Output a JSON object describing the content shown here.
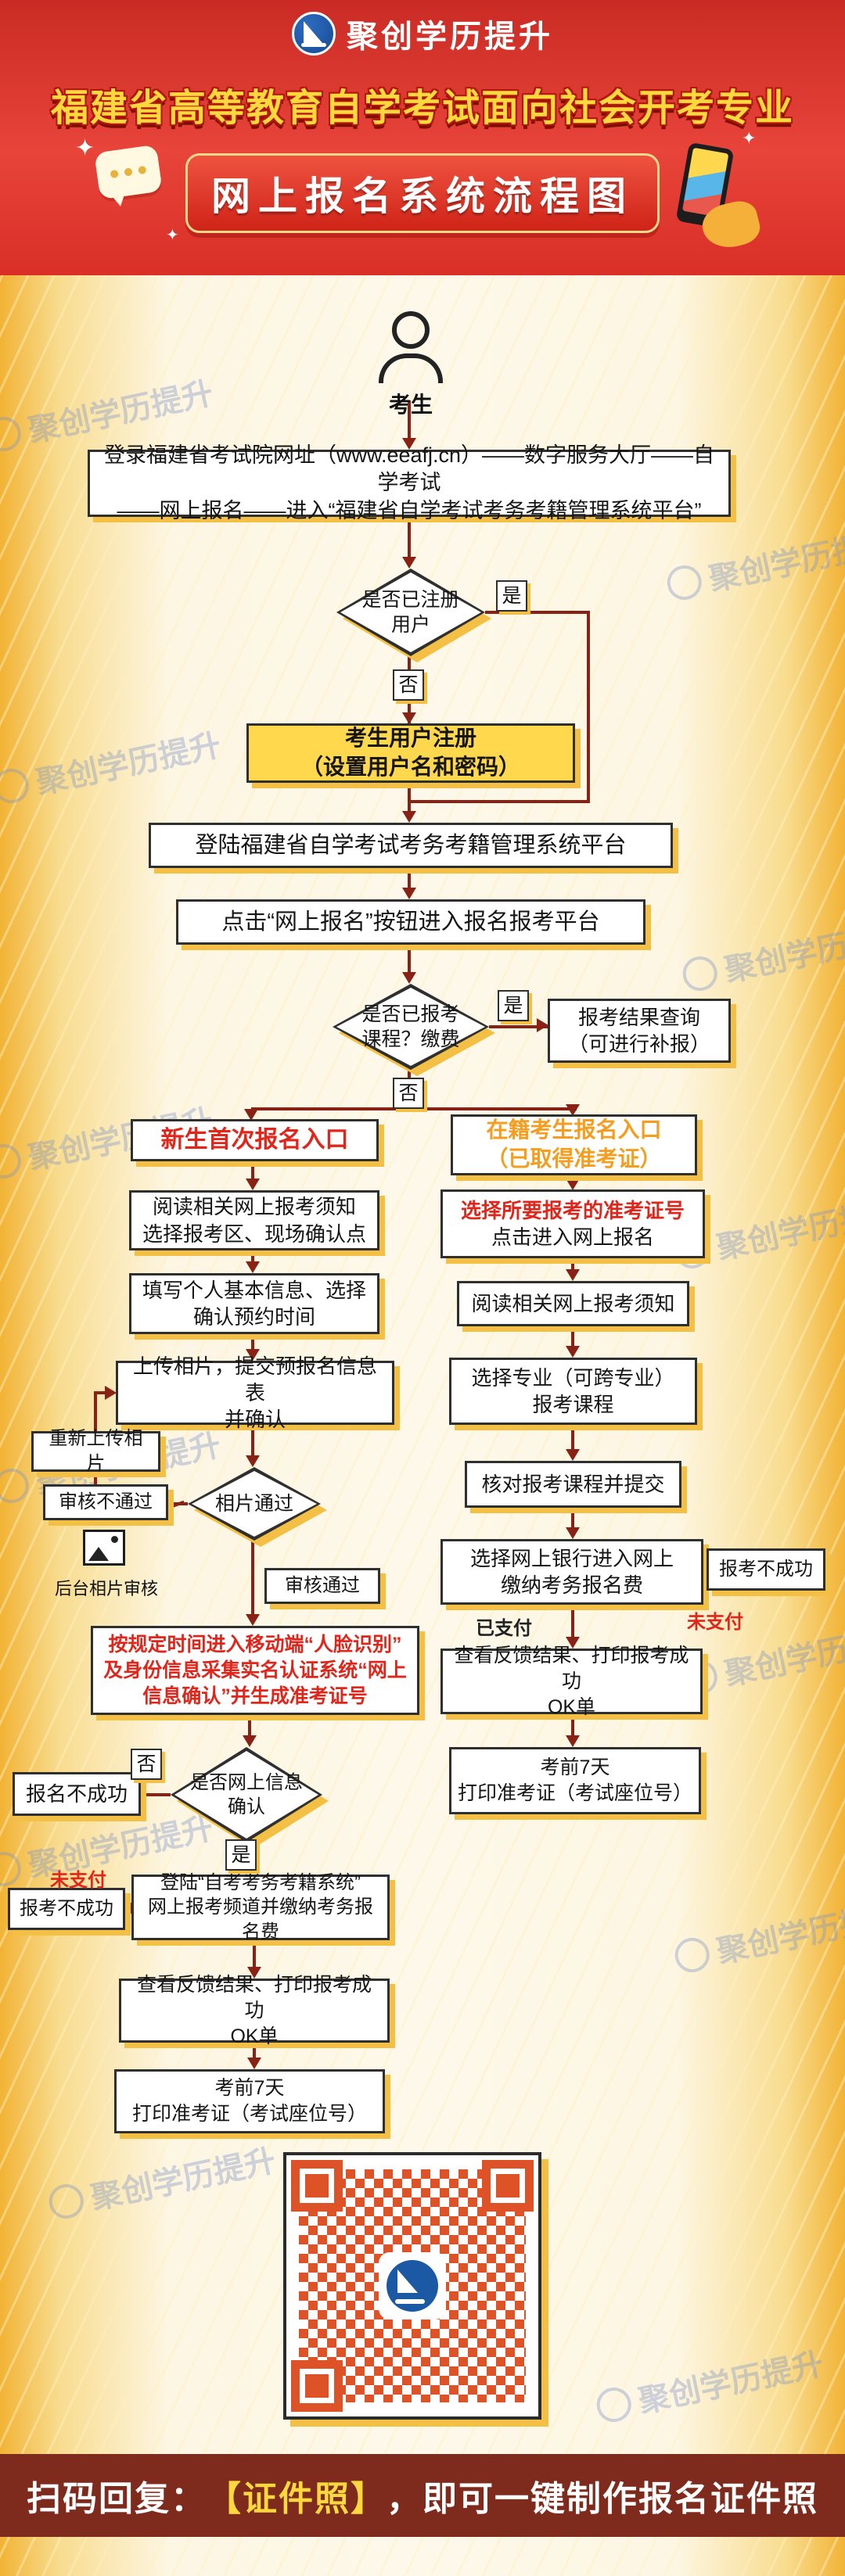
{
  "colors": {
    "header_red": "#e0392e",
    "headline_yellow": "#ffd83e",
    "box_shadow_yellow": "#f3bf45",
    "arrow_maroon": "#8a2115",
    "accent_red": "#e0261b",
    "accent_orange": "#f59d1f",
    "footer_maroon": "#7e2a1c",
    "qr_orange": "#dd5327",
    "logo_blue": "#1c59a5"
  },
  "icons": {
    "sparkle": "✦"
  },
  "header": {
    "logo_text": "聚创学历提升",
    "headline": "福建省高等教育自学考试面向社会开考专业",
    "title": "网上报名系统流程图"
  },
  "watermark": {
    "text": "聚创学历提升"
  },
  "flow": {
    "actor": "考生",
    "yes": "是",
    "no": "否",
    "login_box": {
      "line1": "登录福建省考试院网址（www.eeafj.cn）——数字服务大厅——自学考试",
      "line2": "——网上报名——进入“福建省自学考试考务考籍管理系统平台”"
    },
    "d_registered": {
      "line1": "是否已注册",
      "line2": "用户"
    },
    "register_box": {
      "line1": "考生用户注册",
      "line2": "（设置用户名和密码）"
    },
    "platform_box": "登陆福建省自学考试考务考籍管理系统平台",
    "click_box": "点击“网上报名”按钮进入报名报考平台",
    "d_enrolled": {
      "line1": "是否已报考",
      "line2": "课程？缴费"
    },
    "result_box": {
      "line1": "报考结果查询",
      "line2": "（可进行补报）"
    },
    "left": {
      "entry": "新生首次报名入口",
      "read_box": {
        "line1": "阅读相关网上报考须知",
        "line2": "选择报考区、现场确认点"
      },
      "info_box": {
        "line1": "填写个人基本信息、选择",
        "line2": "确认预约时间"
      },
      "upload_box": {
        "line1": "上传相片，提交预报名信息表",
        "line2": "并确认"
      },
      "d_photo": "相片通过",
      "reupload_box": "重新上传相片",
      "review_fail": "审核不通过",
      "review_pass": "审核通过",
      "backend_review": "后台相片审核",
      "confirm_box": {
        "line1": "按规定时间进入移动端“人脸识别”",
        "line2": "及身份信息采集实名认证系统“网上",
        "line3": "信息确认”并生成准考证号"
      },
      "d_confirm": {
        "line1": "是否网上信息",
        "line2": "确认"
      },
      "fail_box": "报名不成功",
      "unpaid": "未支付",
      "fail_box2": "报考不成功",
      "pay_box": {
        "line1": "登陆“自考考务考籍系统”",
        "line2": "网上报考频道并缴纳考务报名费"
      },
      "ok_box": {
        "line1": "查看反馈结果、打印报考成功",
        "line2": "OK单"
      },
      "print_box": {
        "line1": "考前7天",
        "line2": "打印准考证（考试座位号）"
      }
    },
    "right": {
      "entry": {
        "line1": "在籍考生报名入口",
        "line2": "（已取得准考证）"
      },
      "ticket_box": {
        "line1": "选择所要报考的准考证号",
        "line2": "点击进入网上报名"
      },
      "read_box": "阅读相关网上报考须知",
      "major_box": {
        "line1": "选择专业（可跨专业）",
        "line2": "报考课程"
      },
      "check_box": "核对报考课程并提交",
      "bank_box": {
        "line1": "选择网上银行进入网上",
        "line2": "缴纳考务报名费"
      },
      "fail_box": "报考不成功",
      "unpaid": "未支付",
      "paid": "已支付",
      "ok_box": {
        "line1": "查看反馈结果、打印报考成功",
        "line2": "OK单"
      },
      "print_box": {
        "line1": "考前7天",
        "line2": "打印准考证（考试座位号）"
      }
    }
  },
  "footer": {
    "prefix": "扫码回复：",
    "highlight": "【证件照】",
    "suffix": "，即可一键制作报名证件照"
  }
}
